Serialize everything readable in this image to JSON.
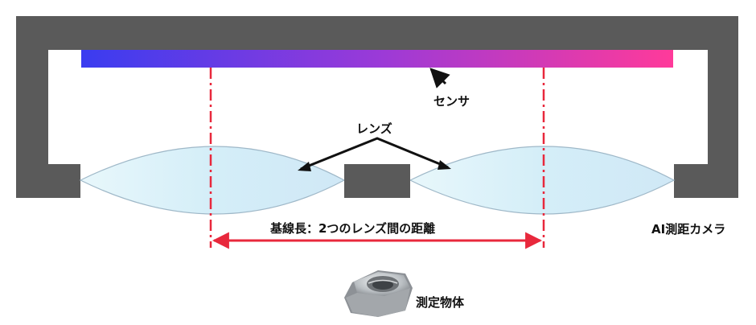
{
  "labels": {
    "sensor": "センサ",
    "lens": "レンズ",
    "baseline": "基線長：2つのレンズ間の距離",
    "camera": "AI測距カメラ",
    "object": "測定物体"
  },
  "colors": {
    "housing": "#5a5a5a",
    "sensor_start": "#3a3cf0",
    "sensor_mid": "#9a3ad8",
    "sensor_end": "#ff3a9a",
    "lens_fill": "#dff4fb",
    "lens_stroke": "#9fb8c8",
    "axis_line": "#e8283c",
    "arrow": "#111111",
    "nut": "#b8bcc0"
  },
  "icons": {
    "object_icon": "hex-nut-icon"
  }
}
